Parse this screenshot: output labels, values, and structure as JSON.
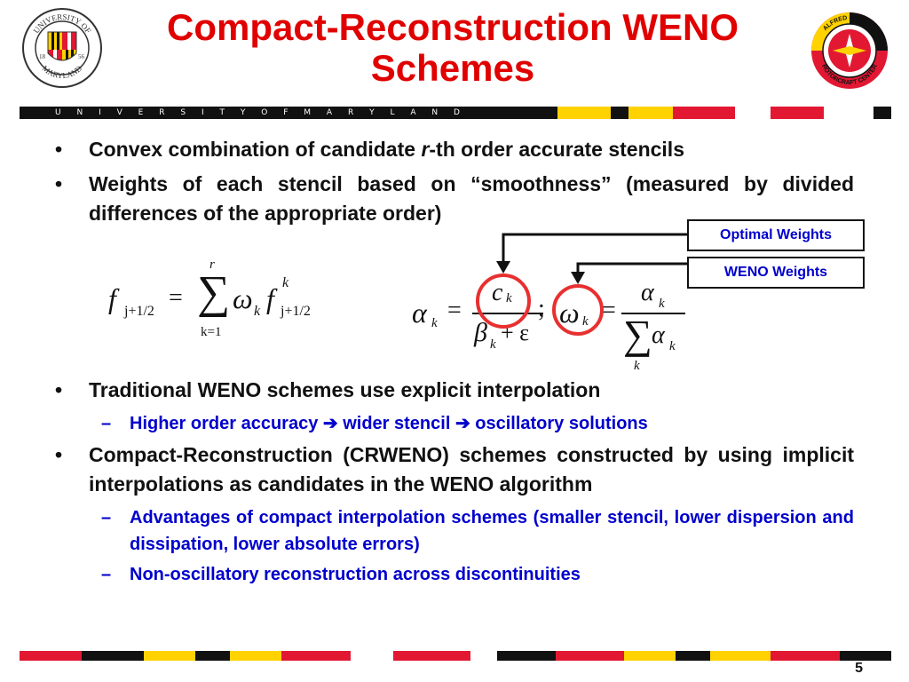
{
  "slide": {
    "title_line1": "Compact-Reconstruction WENO",
    "title_line2": "Schemes",
    "university_band": [
      "U",
      "N",
      "I",
      "V",
      "E",
      "R",
      "S",
      "I",
      "T",
      "Y",
      "O",
      "F",
      "M",
      "A",
      "R",
      "Y",
      "L",
      "A",
      "N",
      "D"
    ],
    "page_number": "5"
  },
  "logos": {
    "left_logo": {
      "top_text": "UNIVERSITY OF",
      "bottom_text": "MARYLAND",
      "year_left": "18",
      "year_right": "56"
    },
    "right_logo": {
      "top_text": "ALFRED GESSOW",
      "bottom_text": "ROTORCRAFT CENTER"
    }
  },
  "bullets": {
    "b1_a": "Convex combination of candidate ",
    "b1_r": "r",
    "b1_b": "-th order accurate stencils",
    "b2": "Weights of each stencil based on “smoothness” (measured by divided differences of the appropriate order)",
    "b3": "Traditional WENO schemes use explicit interpolation",
    "b3_sub_a": "Higher order accuracy",
    "b3_sub_b": "wider stencil",
    "b3_sub_c": "oscillatory solutions",
    "b4": "Compact-Reconstruction (CRWENO) schemes constructed by using implicit interpolations as candidates in the WENO algorithm",
    "b4_sub1": "Advantages of compact interpolation schemes (smaller stencil, lower dispersion and dissipation, lower absolute errors)",
    "b4_sub2": "Non-oscillatory reconstruction across discontinuities"
  },
  "callouts": {
    "optimal": "Optimal Weights",
    "weno": "WENO Weights"
  },
  "formula1": {
    "lhs": "f",
    "lhs_sub": "j+1/2",
    "eq": "=",
    "sum_top": "r",
    "sum_bottom": "k=1",
    "omega": "ω",
    "omega_sub": "k",
    "f": "f",
    "f_sup": "k",
    "f_sub": "j+1/2"
  },
  "formula2": {
    "alpha": "α",
    "alpha_sub": "k",
    "eq": "=",
    "c": "c",
    "c_sub": "k",
    "beta": "β",
    "beta_sub": "k",
    "plus_eps": "+ ε",
    "semicolon": ";",
    "omega": "ω",
    "omega_sub": "k",
    "num_alpha": "α",
    "num_alpha_sub": "k",
    "den_alpha": "α",
    "den_alpha_sub": "k",
    "den_sum_sub": "k"
  },
  "colors": {
    "title_red": "#e00000",
    "sub_bullet_blue": "#0000cc",
    "callout_circle_red": "#e83030",
    "maryland_red": "#e21833",
    "maryland_gold": "#ffd200",
    "black": "#111111"
  },
  "icons": {
    "arrow": "right-arrow-icon",
    "bullet": "bullet-dot"
  }
}
